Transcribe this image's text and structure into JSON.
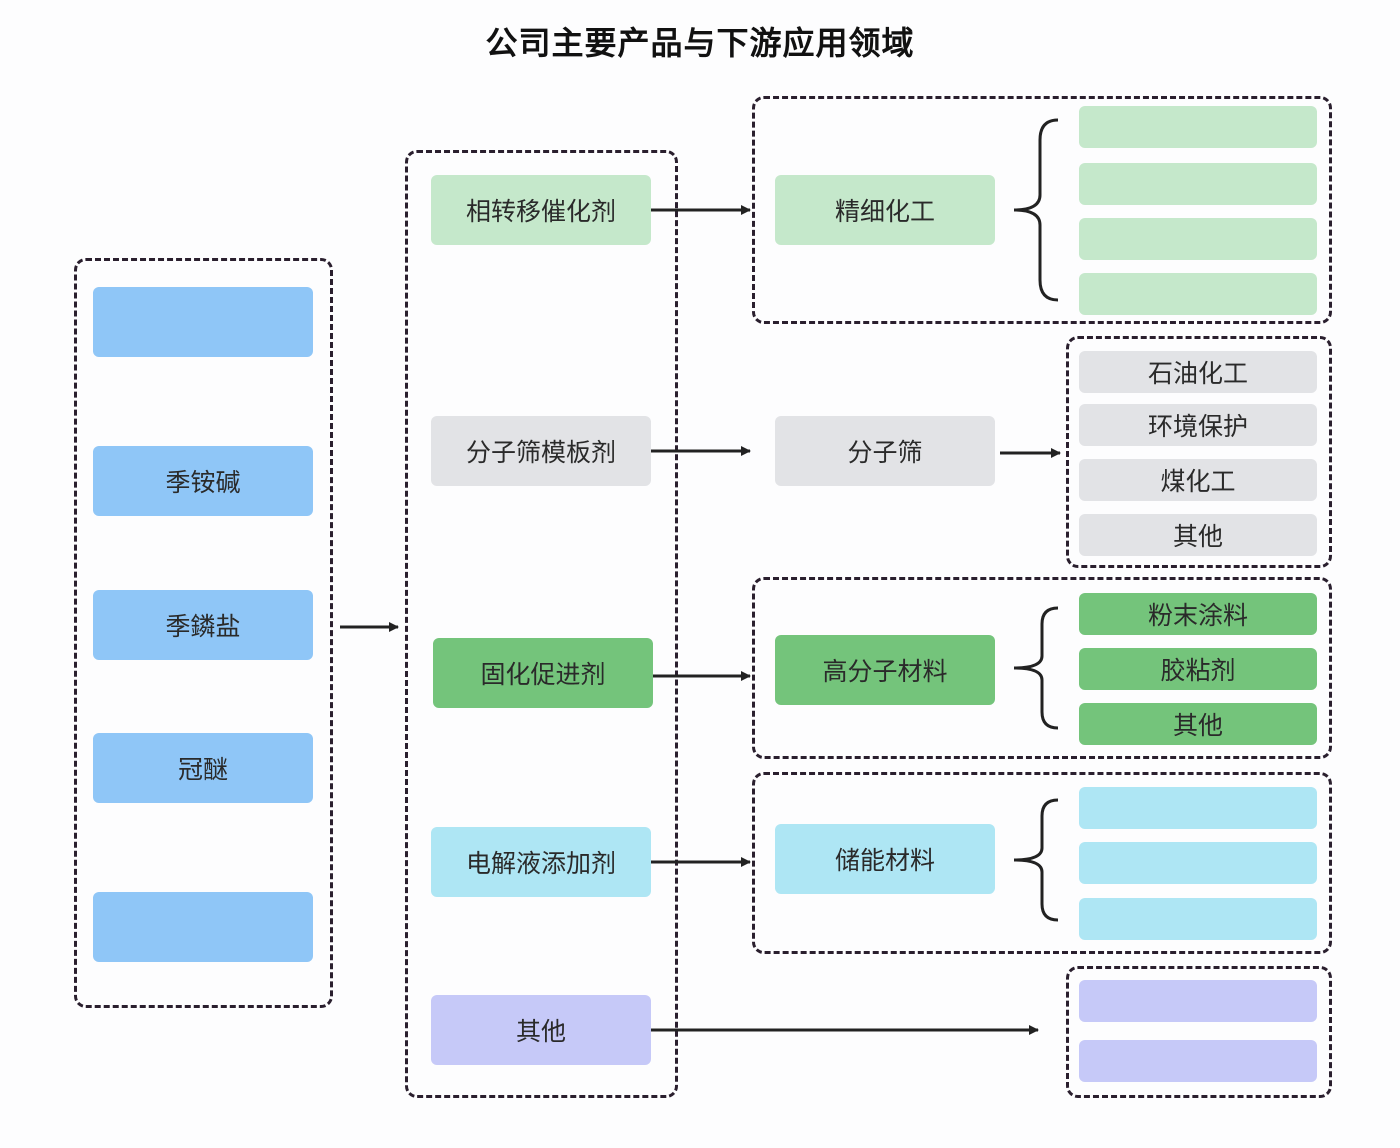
{
  "title": "公司主要产品与下游应用领域",
  "raw_materials": {
    "items": [
      {
        "label": ""
      },
      {
        "label": "季铵碱"
      },
      {
        "label": "季鏻盐"
      },
      {
        "label": "冠醚"
      },
      {
        "label": ""
      }
    ]
  },
  "products": {
    "items": [
      {
        "label": "相转移催化剂"
      },
      {
        "label": "分子筛模板剂"
      },
      {
        "label": "固化促进剂"
      },
      {
        "label": "电解液添加剂"
      },
      {
        "label": "其他"
      }
    ]
  },
  "applications": {
    "items": [
      {
        "label": "精细化工"
      },
      {
        "label": "分子筛"
      },
      {
        "label": "高分子材料"
      },
      {
        "label": "储能材料"
      }
    ]
  },
  "end_uses": {
    "fine_chemicals": [
      "",
      "",
      "",
      ""
    ],
    "molecular_sieve": [
      "石油化工",
      "环境保护",
      "煤化工",
      "其他"
    ],
    "polymer": [
      "粉末涂料",
      "胶粘剂",
      "其他"
    ],
    "energy_storage": [
      "",
      "",
      ""
    ],
    "others": [
      "",
      ""
    ]
  },
  "colors": {
    "raw_material": "#8fc6f7",
    "fine_chemicals": "#c5e8cb",
    "molecular_sieve": "#e2e3e6",
    "polymer": "#74c47b",
    "energy_storage": "#aee6f4",
    "others": "#c6c9f8",
    "border": "#2a1f2e"
  }
}
